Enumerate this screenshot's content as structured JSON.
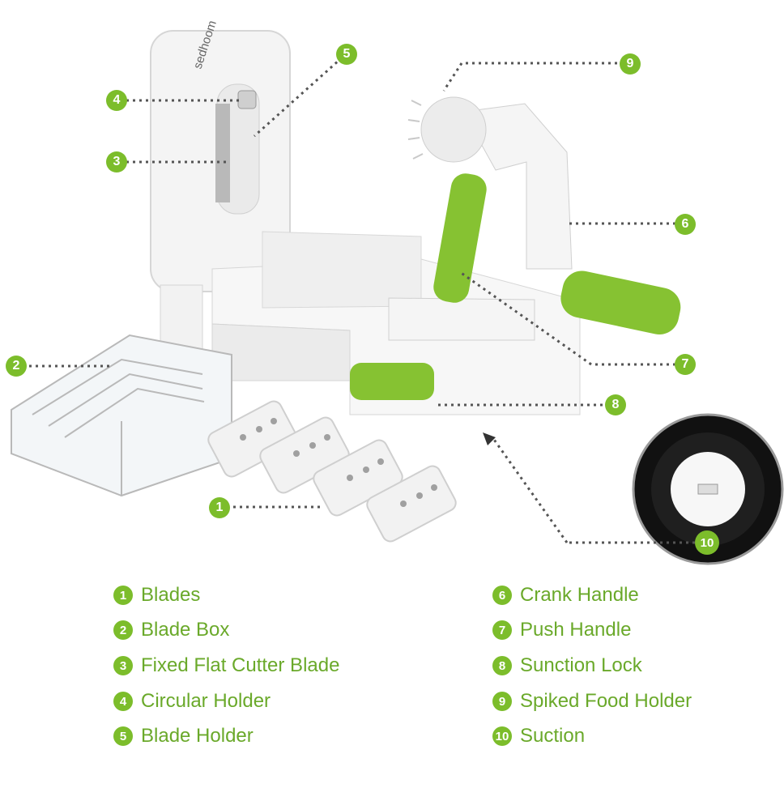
{
  "brand": "sedhoom",
  "colors": {
    "accent": "#7cbd2b",
    "label": "#6aa92a",
    "line": "#555555"
  },
  "callouts": [
    "1",
    "2",
    "3",
    "4",
    "5",
    "6",
    "7",
    "8",
    "9",
    "10"
  ],
  "legend": [
    {
      "num": "1",
      "label": "Blades"
    },
    {
      "num": "2",
      "label": "Blade Box"
    },
    {
      "num": "3",
      "label": "Fixed Flat Cutter Blade"
    },
    {
      "num": "4",
      "label": "Circular Holder"
    },
    {
      "num": "5",
      "label": "Blade Holder"
    },
    {
      "num": "6",
      "label": "Crank Handle"
    },
    {
      "num": "7",
      "label": "Push Handle"
    },
    {
      "num": "8",
      "label": "Sunction Lock"
    },
    {
      "num": "9",
      "label": "Spiked Food Holder"
    },
    {
      "num": "10",
      "label": "Suction"
    }
  ]
}
